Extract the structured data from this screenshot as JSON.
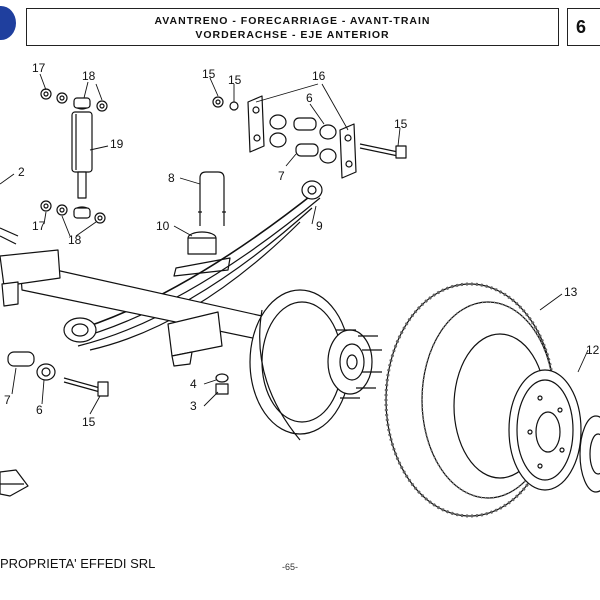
{
  "header": {
    "title_line1": "AVANTRENO - FORECARRIAGE - AVANT-TRAIN",
    "title_line2": "VORDERACHSE - EJE ANTERIOR",
    "page_number": "6"
  },
  "footer": {
    "owner": "PROPRIETA' EFFEDI SRL",
    "page": "-65-"
  },
  "callouts": {
    "c17a": "17",
    "c18a": "18",
    "c19": "19",
    "c2": "2",
    "c17b": "17",
    "c18b": "18",
    "c15a": "15",
    "c15b": "15",
    "c16": "16",
    "c6a": "6",
    "c7a": "7",
    "c15c": "15",
    "c8": "8",
    "c10": "10",
    "c9": "9",
    "c13": "13",
    "c12": "12",
    "c7b": "7",
    "c6b": "6",
    "c15d": "15",
    "c4": "4",
    "c3": "3"
  }
}
